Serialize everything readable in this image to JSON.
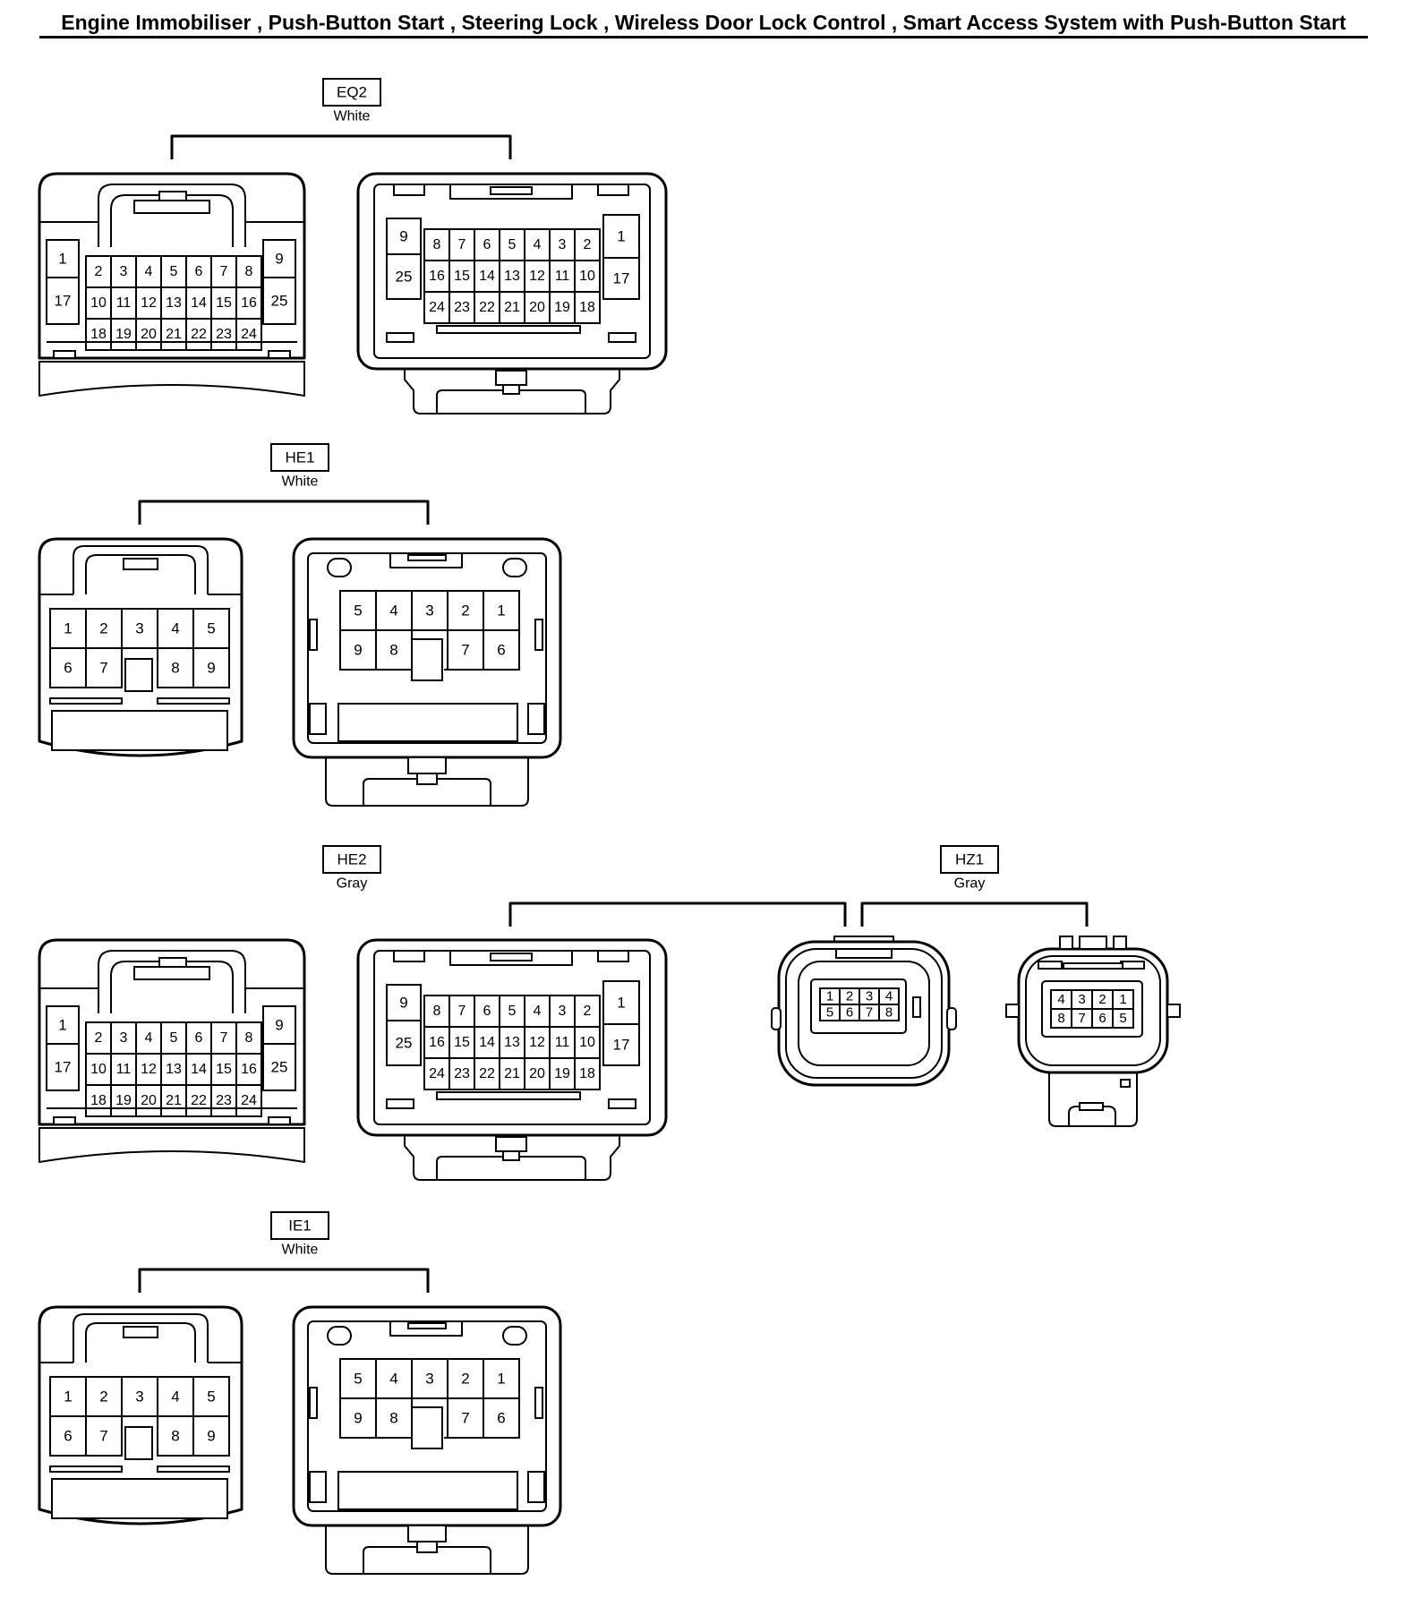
{
  "title": "Engine Immobiliser , Push-Button Start , Steering Lock , Wireless Door Lock Control , Smart Access System with Push-Button Start",
  "connectors": [
    {
      "id": "EQ2",
      "color": "White",
      "type": "25pin"
    },
    {
      "id": "HE1",
      "color": "White",
      "type": "17pin"
    },
    {
      "id": "HE2",
      "color": "Gray",
      "type": "25pin"
    },
    {
      "id": "HZ1",
      "color": "Gray",
      "type": "8pin"
    },
    {
      "id": "IE1",
      "color": "White",
      "type": "17pin"
    }
  ]
}
